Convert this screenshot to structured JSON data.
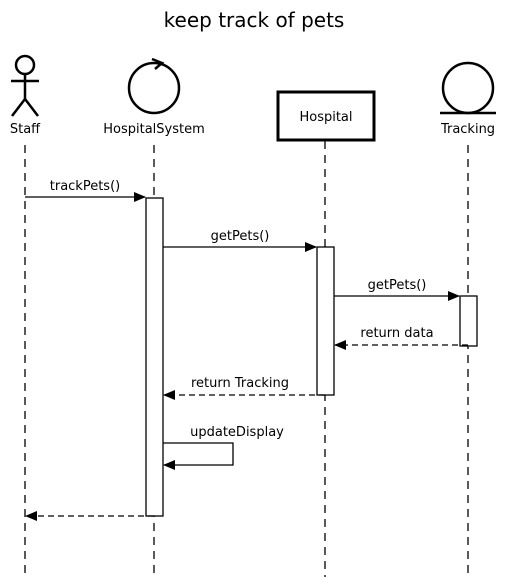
{
  "diagram": {
    "title": "keep track of pets",
    "participants": {
      "staff": {
        "label": "Staff",
        "kind": "actor"
      },
      "hospital_system": {
        "label": "HospitalSystem",
        "kind": "control"
      },
      "hospital": {
        "label": "Hospital",
        "kind": "class-box"
      },
      "tracking": {
        "label": "Tracking",
        "kind": "entity"
      }
    },
    "messages": [
      {
        "from": "Staff",
        "to": "HospitalSystem",
        "label": "trackPets()",
        "style": "sync"
      },
      {
        "from": "HospitalSystem",
        "to": "Hospital",
        "label": "getPets()",
        "style": "sync"
      },
      {
        "from": "Hospital",
        "to": "Tracking",
        "label": "getPets()",
        "style": "sync"
      },
      {
        "from": "Tracking",
        "to": "Hospital",
        "label": "return data",
        "style": "return"
      },
      {
        "from": "Hospital",
        "to": "HospitalSystem",
        "label": "return Tracking",
        "style": "return"
      },
      {
        "from": "HospitalSystem",
        "to": "HospitalSystem",
        "label": "updateDisplay",
        "style": "self"
      },
      {
        "from": "HospitalSystem",
        "to": "Staff",
        "label": "",
        "style": "return"
      }
    ]
  }
}
